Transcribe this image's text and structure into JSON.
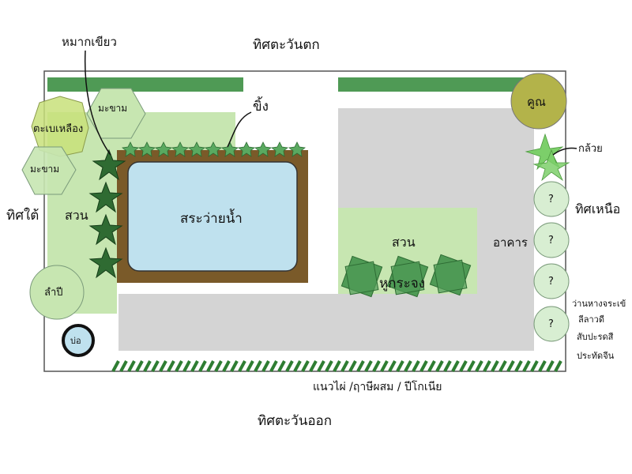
{
  "directions": {
    "west": "ทิศตะวันตก",
    "east": "ทิศตะวันออก",
    "south": "ทิศใต้",
    "north": "ทิศเหนือ"
  },
  "labels": {
    "moss": "หมากเขียว",
    "ginger": "ขิ้ง",
    "pool": "สระว่ายน้ำ",
    "garden_left": "สวน",
    "garden_right": "สวน",
    "building": "อาคาร",
    "hukcharong": "หูกระจง",
    "tabebuia": "ตะเบเหลือง",
    "tamarind_1": "มะขาม",
    "tamarind_2": "มะขาม",
    "frangipani": "ลำปี",
    "well": "บ่อ",
    "khun": "คูณ",
    "banana": "กล้วย",
    "q1": "?",
    "q2": "?",
    "q3": "?",
    "q4": "?",
    "plant_list_1": "ว่านหางจระเข้",
    "plant_list_2": "ลีลาวดี",
    "plant_list_3": "สับปะรดสี",
    "plant_list_4": "ประทัดจีน",
    "bottom_hedge": "แนวไผ่ /ฤาษีผสม / ปีโกเนีย"
  },
  "colors": {
    "dark_green": "#4f9a55",
    "light_green": "#c7e6b1",
    "pool": "#bfe1ee",
    "soil": "#7a5a29",
    "road": "#d4d4d4",
    "khun": "#b3b34a",
    "tabebuia": "#c8e07a"
  }
}
